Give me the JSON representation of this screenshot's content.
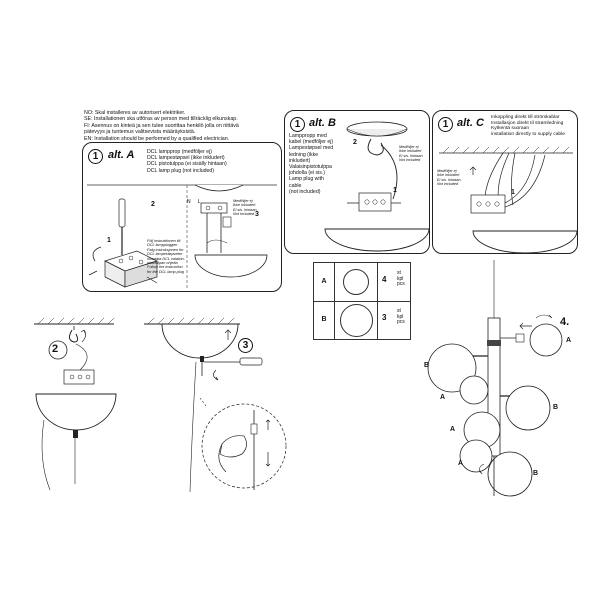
{
  "warnings": [
    "NO: Skal installeres av autorisert elektriker.",
    "SE: Installationen ska utföras av person med tillräcklig elkunskap.",
    "FI:  Asennus on kinteä ja sen tulee suorittaa henkilö jolla on riittävä",
    "       pätevyys ja tuntemus valitsevista määräyksistä.",
    "EN: Installation should be performed by a qualified electrician."
  ],
  "alt_a": {
    "number": "1",
    "title": "alt. A",
    "lines": [
      "DCL lampprop (medföljer ej)",
      "DCL lampestøpsel (ikke inkludert)",
      "DCL pistotulppa (ei sisälly hintaan)",
      "DCL lamp plug (not included)"
    ],
    "step2": "2",
    "step3": "3",
    "step1": "1",
    "note_small": [
      "Medföljer ej",
      "Ikke inkludert",
      "Ei sis. hintaan",
      "Not included"
    ],
    "note_follow": [
      "Följ instruktionen till",
      "DCL lamppluggen",
      "Følg instruksjonen for",
      "DCL lampestøpselen",
      "Noudata DCL valaisin-",
      "pistotulpan ohjeita",
      "Follow the instruction",
      "for the DCL lamp plug"
    ],
    "terminal_labels": [
      "N",
      "L"
    ]
  },
  "alt_b": {
    "number": "1",
    "title": "alt. B",
    "lines": [
      "Lamppropp med",
      "kabel (medföljer ej)",
      "Lampestøpsel med",
      "ledning (ikke",
      "inkludert)",
      "Valaisinpistotulppa",
      "johdolla (ei sis.)",
      "Lamp plug with",
      "cable",
      "(not included)"
    ],
    "step2": "2",
    "step1": "1",
    "note_small": [
      "Medföljer ej",
      "Ikke inkludert",
      "Ei sis. hintaan",
      "Not included"
    ]
  },
  "alt_c": {
    "number": "1",
    "title": "alt. C",
    "lines": [
      "Inkoppling direkt till strömkablar",
      "Installasjon direkt til strømledning",
      "Kytkentä suoraan",
      "installation directly to supply cable"
    ],
    "step1": "1",
    "note_small": [
      "Medföljer ej",
      "Ikke inkludert",
      "Ei sis. hintaan",
      "Not included"
    ]
  },
  "parts_table": [
    {
      "label": "A",
      "count": "4",
      "units": [
        "st",
        "kpl",
        "pcs"
      ]
    },
    {
      "label": "B",
      "count": "3",
      "units": [
        "st",
        "kpl",
        "pcs"
      ]
    }
  ],
  "steps": {
    "two": "2",
    "three": "3",
    "four": "4."
  },
  "globe_labels": [
    "A",
    "B",
    "A",
    "B",
    "A",
    "B",
    "A"
  ]
}
